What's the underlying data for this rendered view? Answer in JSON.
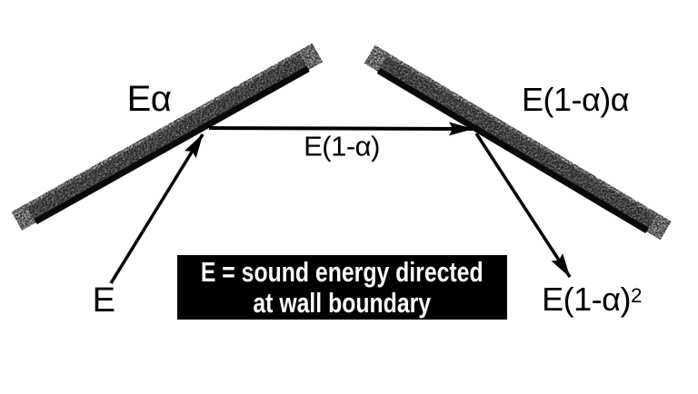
{
  "figure": {
    "description": "Diagram of sound energy E reflecting between two absorptive wall boundaries"
  },
  "labels": {
    "incident_energy": "E",
    "absorbed_at_left_wall": "Eα",
    "first_reflection": "E(1-α)",
    "absorbed_at_right_wall": "E(1-α)α",
    "second_reflection_base": "E(1-α)",
    "second_reflection_exponent": "2"
  },
  "legend_box": {
    "line1": "E = sound energy directed",
    "line2": "at wall boundary"
  },
  "colors": {
    "background": "#ffffff",
    "ink": "#000000",
    "wall_fill": "#a6a6a6",
    "wall_edge": "#0a0a0a",
    "legend_background": "#000000",
    "legend_text": "#ffffff"
  }
}
